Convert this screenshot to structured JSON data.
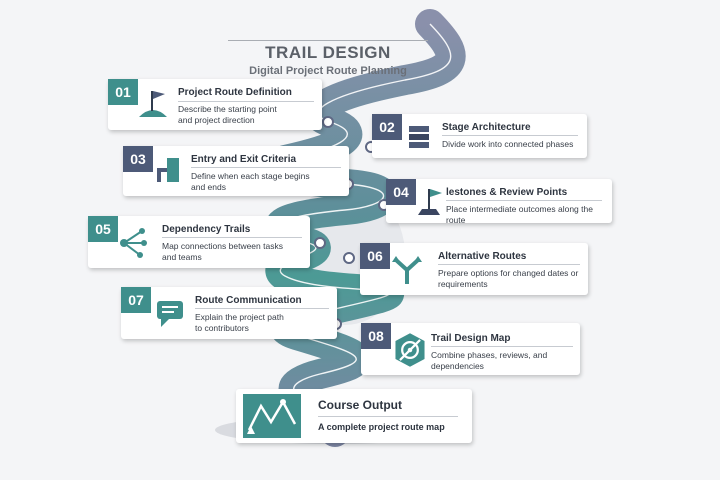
{
  "header": {
    "title": "TRAIL DESIGN",
    "subtitle": "Digital Project Route Planning"
  },
  "colors": {
    "teal": "#3f8f8c",
    "slate": "#4d5a78",
    "road": "#8b93ad",
    "road_dark": "#5f6884",
    "road_teal": "#4e9c97"
  },
  "steps": [
    {
      "number": "01",
      "title": "Project Route Definition",
      "desc1": "Describe the starting point",
      "desc2": "and project direction",
      "icon": "flag-on-hill-icon"
    },
    {
      "number": "02",
      "title": "Stage Architecture",
      "desc1": "Divide work into connected phases",
      "desc2": "",
      "icon": "stacked-blocks-icon"
    },
    {
      "number": "03",
      "title": "Entry and Exit Criteria",
      "desc1": "Define when each stage begins",
      "desc2": "and ends",
      "icon": "gate-door-icon"
    },
    {
      "number": "04",
      "title": "lestones & Review Points",
      "desc1": "Place intermediate outcomes along the route",
      "desc2": "",
      "icon": "milestone-flag-icon"
    },
    {
      "number": "05",
      "title": "Dependency Trails",
      "desc1": "Map connections between tasks",
      "desc2": "and teams",
      "icon": "network-nodes-icon"
    },
    {
      "number": "06",
      "title": "Alternative Routes",
      "desc1": "Prepare options for changed dates or",
      "desc2": "requirements",
      "icon": "branching-arrows-icon"
    },
    {
      "number": "07",
      "title": "Route Communication",
      "desc1": "Explain the project path",
      "desc2": "to contributors",
      "icon": "speech-bubble-icon"
    },
    {
      "number": "08",
      "title": "Trail Design Map",
      "desc1": "Combine phases, reviews, and dependencies",
      "desc2": "",
      "icon": "compass-map-icon"
    }
  ],
  "output": {
    "title": "Course Output",
    "desc": "A complete project route map",
    "icon": "route-map-icon"
  }
}
